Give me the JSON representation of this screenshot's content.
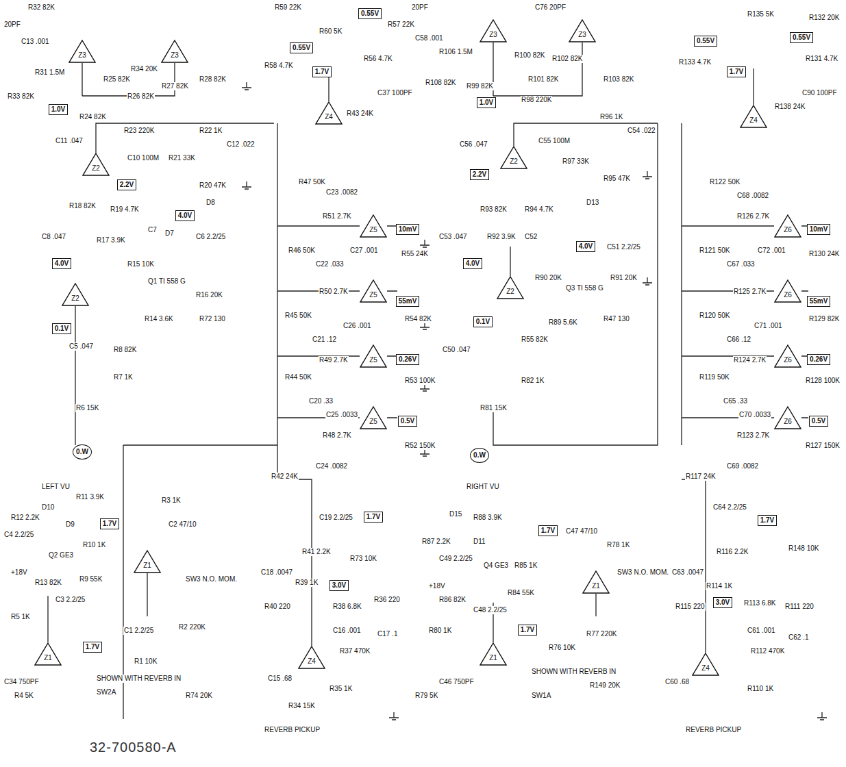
{
  "diagram": {
    "nodes": [
      {
        "text": [
          "Z3"
        ]
      },
      {
        "text": [
          "Z3"
        ]
      },
      {
        "text": [
          "Z2"
        ]
      },
      {
        "text": [
          "Z2"
        ]
      },
      {
        "text": [
          "Z1"
        ]
      },
      {
        "text": [
          "Z1"
        ]
      },
      {
        "text": [
          "Z4"
        ]
      },
      {
        "text": [
          "Z5"
        ]
      },
      {
        "text": [
          "Z5"
        ]
      },
      {
        "text": [
          "Z5"
        ]
      },
      {
        "text": [
          "Z5"
        ]
      },
      {
        "text": [
          "Z4"
        ]
      },
      {
        "text": [
          "Z3"
        ]
      },
      {
        "text": [
          "Z3"
        ]
      },
      {
        "text": [
          "Z2"
        ]
      },
      {
        "text": [
          "Z2"
        ]
      },
      {
        "text": [
          "Z1"
        ]
      },
      {
        "text": [
          "Z1"
        ]
      },
      {
        "text": [
          "Z4"
        ]
      },
      {
        "text": [
          "Z6"
        ]
      },
      {
        "text": [
          "Z6"
        ]
      },
      {
        "text": [
          "Z6"
        ]
      },
      {
        "text": [
          "Z6"
        ]
      },
      {
        "text": [
          "Z4"
        ]
      },
      {
        "text": [
          "1.0V"
        ]
      },
      {
        "text": [
          "2.2V"
        ]
      },
      {
        "text": [
          "4.0V"
        ]
      },
      {
        "text": [
          "4.0V"
        ]
      },
      {
        "text": [
          "0.1V"
        ]
      },
      {
        "text": [
          "0.W"
        ]
      },
      {
        "text": [
          "1.7V"
        ]
      },
      {
        "text": [
          "1.7V"
        ]
      },
      {
        "text": [
          "0.55V"
        ]
      },
      {
        "text": [
          "0.55V"
        ]
      },
      {
        "text": [
          "1.7V"
        ]
      },
      {
        "text": [
          "10mV"
        ]
      },
      {
        "text": [
          "55mV"
        ]
      },
      {
        "text": [
          "0.26V"
        ]
      },
      {
        "text": [
          "0.5V"
        ]
      },
      {
        "text": [
          "1.7V"
        ]
      },
      {
        "text": [
          "3.0V"
        ]
      },
      {
        "text": [
          "0.W"
        ]
      },
      {
        "text": [
          "1.0V"
        ]
      },
      {
        "text": [
          "2.2V"
        ]
      },
      {
        "text": [
          "4.0V"
        ]
      },
      {
        "text": [
          "4.0V"
        ]
      },
      {
        "text": [
          "0.1V"
        ]
      },
      {
        "text": [
          "1.7V"
        ]
      },
      {
        "text": [
          "1.7V"
        ]
      },
      {
        "text": [
          "0.55V"
        ]
      },
      {
        "text": [
          "0.55V"
        ]
      },
      {
        "text": [
          "1.7V"
        ]
      },
      {
        "text": [
          "10mV"
        ]
      },
      {
        "text": [
          "55mV"
        ]
      },
      {
        "text": [
          "0.26V"
        ]
      },
      {
        "text": [
          "0.5V"
        ]
      },
      {
        "text": [
          "1.7V"
        ]
      },
      {
        "text": [
          "3.0V"
        ]
      }
    ],
    "labels": [
      "20PF",
      "R32 82K",
      "C13 .001",
      "R31 1.5M",
      "R25 82K",
      "R34 20K",
      "R26 82K",
      "R27 82K",
      "R28 82K",
      "R33 82K",
      "R24 82K",
      "R23 220K",
      "C11 .047",
      "R22 1K",
      "C12 .022",
      "C10 100M",
      "R21 33K",
      "R20 47K",
      "R18 82K",
      "R19 4.7K",
      "C8 .047",
      "R17 3.9K",
      "C7",
      "D7",
      "D8",
      "C6 2.2/25",
      "R15 10K",
      "Q1 TI 558 G",
      "R16 20K",
      "R14 3.6K",
      "R72 130",
      "C5 .047",
      "R8 82K",
      "R7 1K",
      "R6 15K",
      "LEFT VU",
      "R11 3.9K",
      "D10",
      "R12 2.2K",
      "D9",
      "C4 2.2/25",
      "Q2 GE3",
      "R10 1K",
      "+18V",
      "R13 82K",
      "R9 55K",
      "C3 2.2/25",
      "R5 1K",
      "C34 750PF",
      "R4 5K",
      "C2 47/10",
      "R3 1K",
      "SW3 N.O. MOM.",
      "R2 220K",
      "C1 2.2/25",
      "R1 10K",
      "SHOWN WITH REVERB IN",
      "SW2A",
      "R74 20K",
      "32-700580-A",
      "R59 22K",
      "R60 5K",
      "R57 22K",
      "R58 4.7K",
      "R56 4.7K",
      "C37 100PF",
      "R43 24K",
      "R47 50K",
      "C23 .0082",
      "R51 2.7K",
      "R55 24K",
      "R46 50K",
      "C22 .033",
      "C27 .001",
      "R50 2.7K",
      "R54 82K",
      "R45 50K",
      "C21 .12",
      "C26 .001",
      "R49 2.7K",
      "R53 100K",
      "R44 50K",
      "C20 .33",
      "C25 .0033",
      "R48 2.7K",
      "R52 150K",
      "C24 .0082",
      "R42 24K",
      "C19 2.2/25",
      "R41 2.2K",
      "R73 10K",
      "C18 .0047",
      "R39 1K",
      "R38 6.8K",
      "R40 220",
      "R36 220",
      "C16 .001",
      "C17 .1",
      "R37 470K",
      "C15 .68",
      "R35 1K",
      "R34 15K",
      "REVERB PICKUP",
      "20PF",
      "C58 .001",
      "R106 1.5M",
      "R100 82K",
      "C76 20PF",
      "R102 82K",
      "R108 82K",
      "R99 82K",
      "R101 82K",
      "R103 82K",
      "R98 220K",
      "R96 1K",
      "C54 .022",
      "C56 .047",
      "C55 100M",
      "R97 33K",
      "R95 47K",
      "R93 82K",
      "R94 4.7K",
      "D13",
      "C53 .047",
      "R92 3.9K",
      "C52",
      "C51 2.2/25",
      "R90 20K",
      "Q3 TI 558 G",
      "R91 20K",
      "R89 5.6K",
      "R47 130",
      "C50 .047",
      "R55 82K",
      "R82 1K",
      "R81 15K",
      "RIGHT VU",
      "D15",
      "R88 3.9K",
      "D11",
      "R87 2.2K",
      "C49 2.2/25",
      "Q4 GE3",
      "R85 1K",
      "+18V",
      "R84 55K",
      "R86 82K",
      "C48 2.2/25",
      "R80 1K",
      "C46 750PF",
      "R79 5K",
      "C47 47/10",
      "R78 1K",
      "SW3 N.O. MOM.",
      "R77 220K",
      "R76 10K",
      "SHOWN WITH REVERB IN",
      "SW1A",
      "R149 20K",
      "R135 5K",
      "R132 20K",
      "R133 4.7K",
      "R131 4.7K",
      "R138 24K",
      "C90 100PF",
      "R122 50K",
      "C68 .0082",
      "R126 2.7K",
      "R130 24K",
      "R121 50K",
      "C67 .033",
      "C72 .001",
      "R125 2.7K",
      "R129 82K",
      "R120 50K",
      "C66 .12",
      "C71 .001",
      "R124 2.7K",
      "R128 100K",
      "R119 50K",
      "C65 .33",
      "C70 .0033",
      "R123 2.7K",
      "R127 150K",
      "C69 .0082",
      "R117 24K",
      "C64 2.2/25",
      "R116 2.2K",
      "R148 10K",
      "C63 .0047",
      "R114 1K",
      "R113 6.8K",
      "R115 220",
      "R111 220",
      "C61 .001",
      "C62 .1",
      "R112 470K",
      "C60 .68",
      "R110 1K",
      "REVERB PICKUP"
    ]
  }
}
